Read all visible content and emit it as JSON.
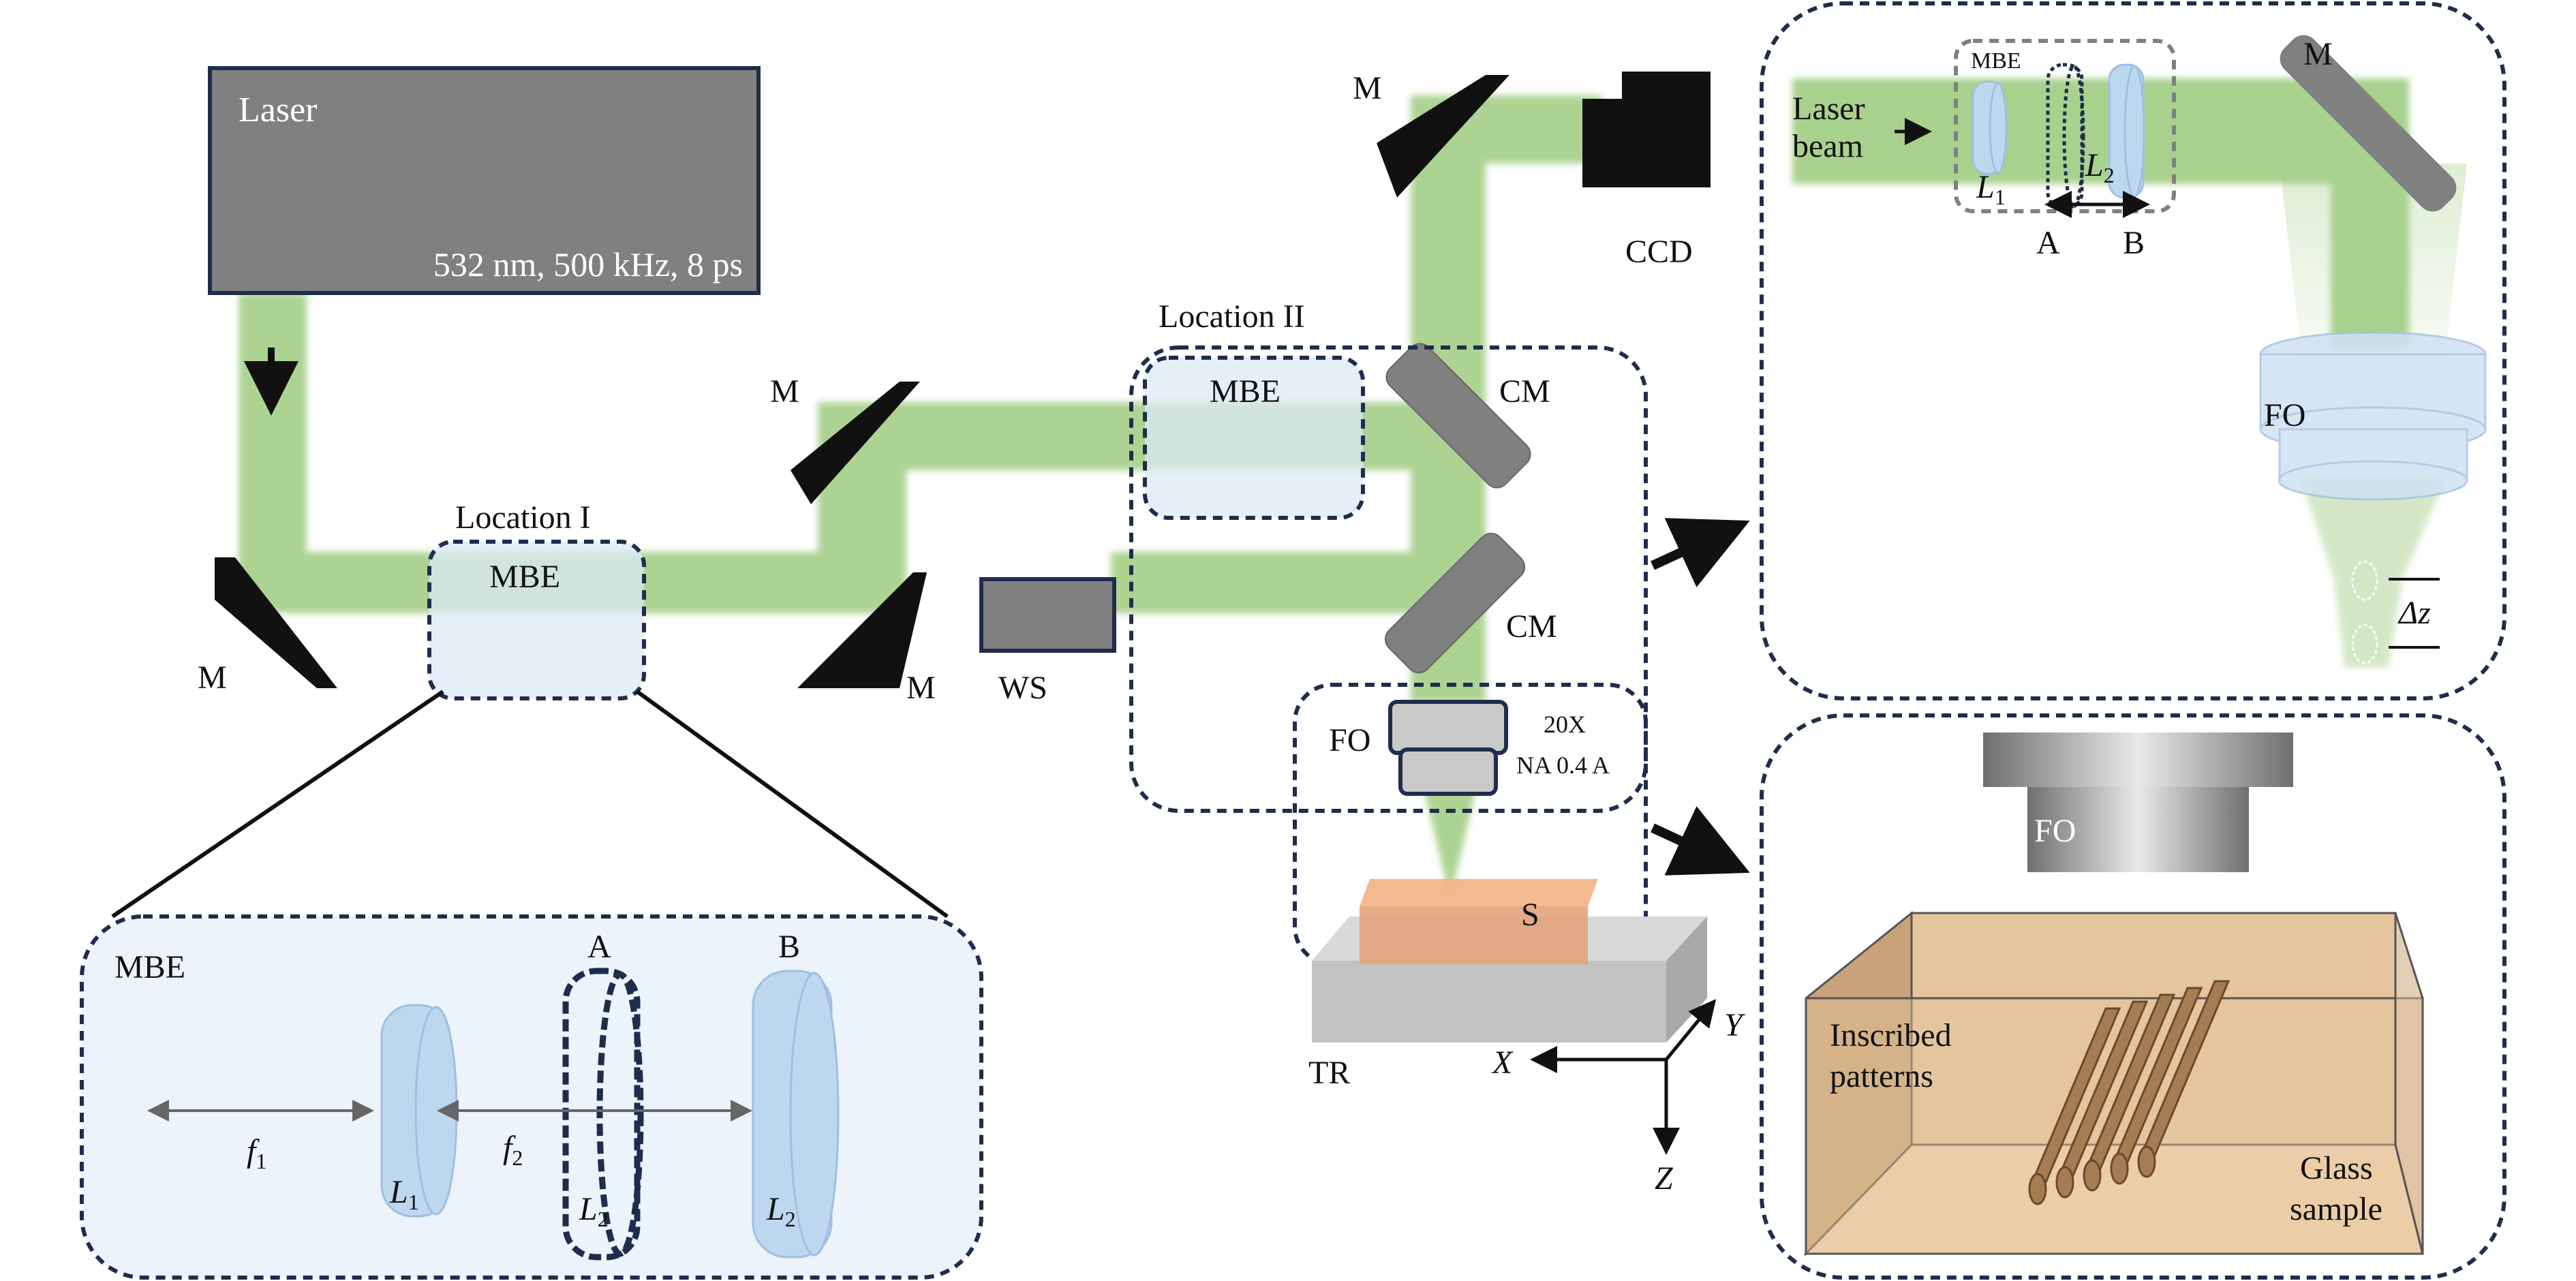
{
  "colors": {
    "beam": "#a9d18e",
    "laser_box": "#808080",
    "mirror": "#111111",
    "outline_dark": "#1f2d4d",
    "lens_fill": "#bdd7ee",
    "sample_fill": "#e6c59c",
    "mbe_panel_fill": "#ecf3fb",
    "stage_gray": "#c2c2c2",
    "specimen_orange": "#f4b183"
  },
  "laser": {
    "label": "Laser",
    "specs": "532 nm, 500 kHz, 8 ps"
  },
  "labels": {
    "mirror": "M",
    "combining_mirror": "CM",
    "ccd": "CCD",
    "wavelength_selector": "WS",
    "objective": "FO",
    "objective_spec_1": "20X",
    "objective_spec_2": "NA 0.4 A",
    "sample": "S",
    "translation_stage": "TR",
    "axis_x": "X",
    "axis_y": "Y",
    "axis_z": "Z",
    "location_1": "Location I",
    "location_2": "Location II",
    "mbe": "MBE"
  },
  "mbe_inset": {
    "title": "MBE",
    "pos_a": "A",
    "pos_b": "B",
    "f1_base": "f",
    "f1_sub": "1",
    "f2_base": "f",
    "f2_sub": "2",
    "l1_base": "L",
    "l1_sub": "1",
    "l2_base": "L",
    "l2_sub": "2"
  },
  "beam_inset": {
    "laser_line1": "Laser",
    "laser_line2": "beam",
    "mbe": "MBE",
    "l1_base": "L",
    "l1_sub": "1",
    "l2_base": "L",
    "l2_sub": "2",
    "pos_a": "A",
    "pos_b": "B",
    "mirror": "M",
    "objective": "FO",
    "delta_z": "Δz"
  },
  "sample_inset": {
    "objective": "FO",
    "patterns_line1": "Inscribed",
    "patterns_line2": "patterns",
    "glass_line1": "Glass",
    "glass_line2": "sample"
  }
}
